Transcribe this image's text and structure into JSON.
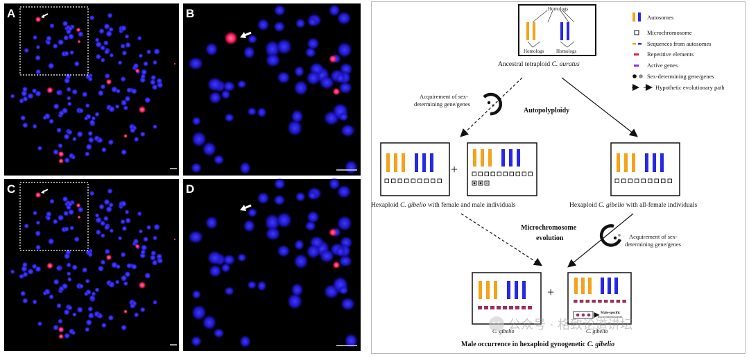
{
  "panels": {
    "a": "A",
    "b": "B",
    "c": "C",
    "d": "D"
  },
  "diagram": {
    "homologs_top": "Homologs",
    "homologs_left": "Homologs",
    "homologs_right": "Homologs",
    "ancestral_caption": "Ancestral tetraploid",
    "ancestral_species": "C. auratus",
    "acquire_left": "Acquirement of sex-",
    "acquire_left_2": "determining gene/genes",
    "autopolyploidy": "Autopolyploidy",
    "hex_left_prefix": "Hexaploid ",
    "hex_left_species": "C. gibelio",
    "hex_left_suffix": " with female and male individuals",
    "hex_right_prefix": "Hexaploid ",
    "hex_right_species": "C. gibelio",
    "hex_right_suffix": " with all-female individuals",
    "micro_evolution_1": "Microchromosome",
    "micro_evolution_2": "evolution",
    "acquire_right": "Acquirement of sex-",
    "acquire_right_2": "determining gene/genes",
    "bottom_female": "C. gibelio",
    "bottom_male": "C. gibelio",
    "male_specific_1": "Male-specific",
    "male_specific_2": "microchromosomes",
    "bottom_caption_prefix": "Male occurrence in hexaploid gynogenetic  ",
    "bottom_caption_species": "C. gibelio",
    "plus": "+"
  },
  "legend": {
    "autosomes": "Autosomes",
    "microchromosome": "Microchromosome",
    "sequences": "Sequences from autosomes",
    "repetitive": "Repetitive elements",
    "active": "Active genes",
    "sexgene": "Sex-determining gene/genes",
    "path": "Hypothetic evolutionary path"
  },
  "watermark": "公众号 · 格致论道讲坛",
  "colors": {
    "orange": "#f5a21a",
    "blue": "#2727e6",
    "red": "#e8182c",
    "purple": "#a020f0",
    "maroon": "#9c2f5a",
    "dapi": "#2a1ee0"
  }
}
